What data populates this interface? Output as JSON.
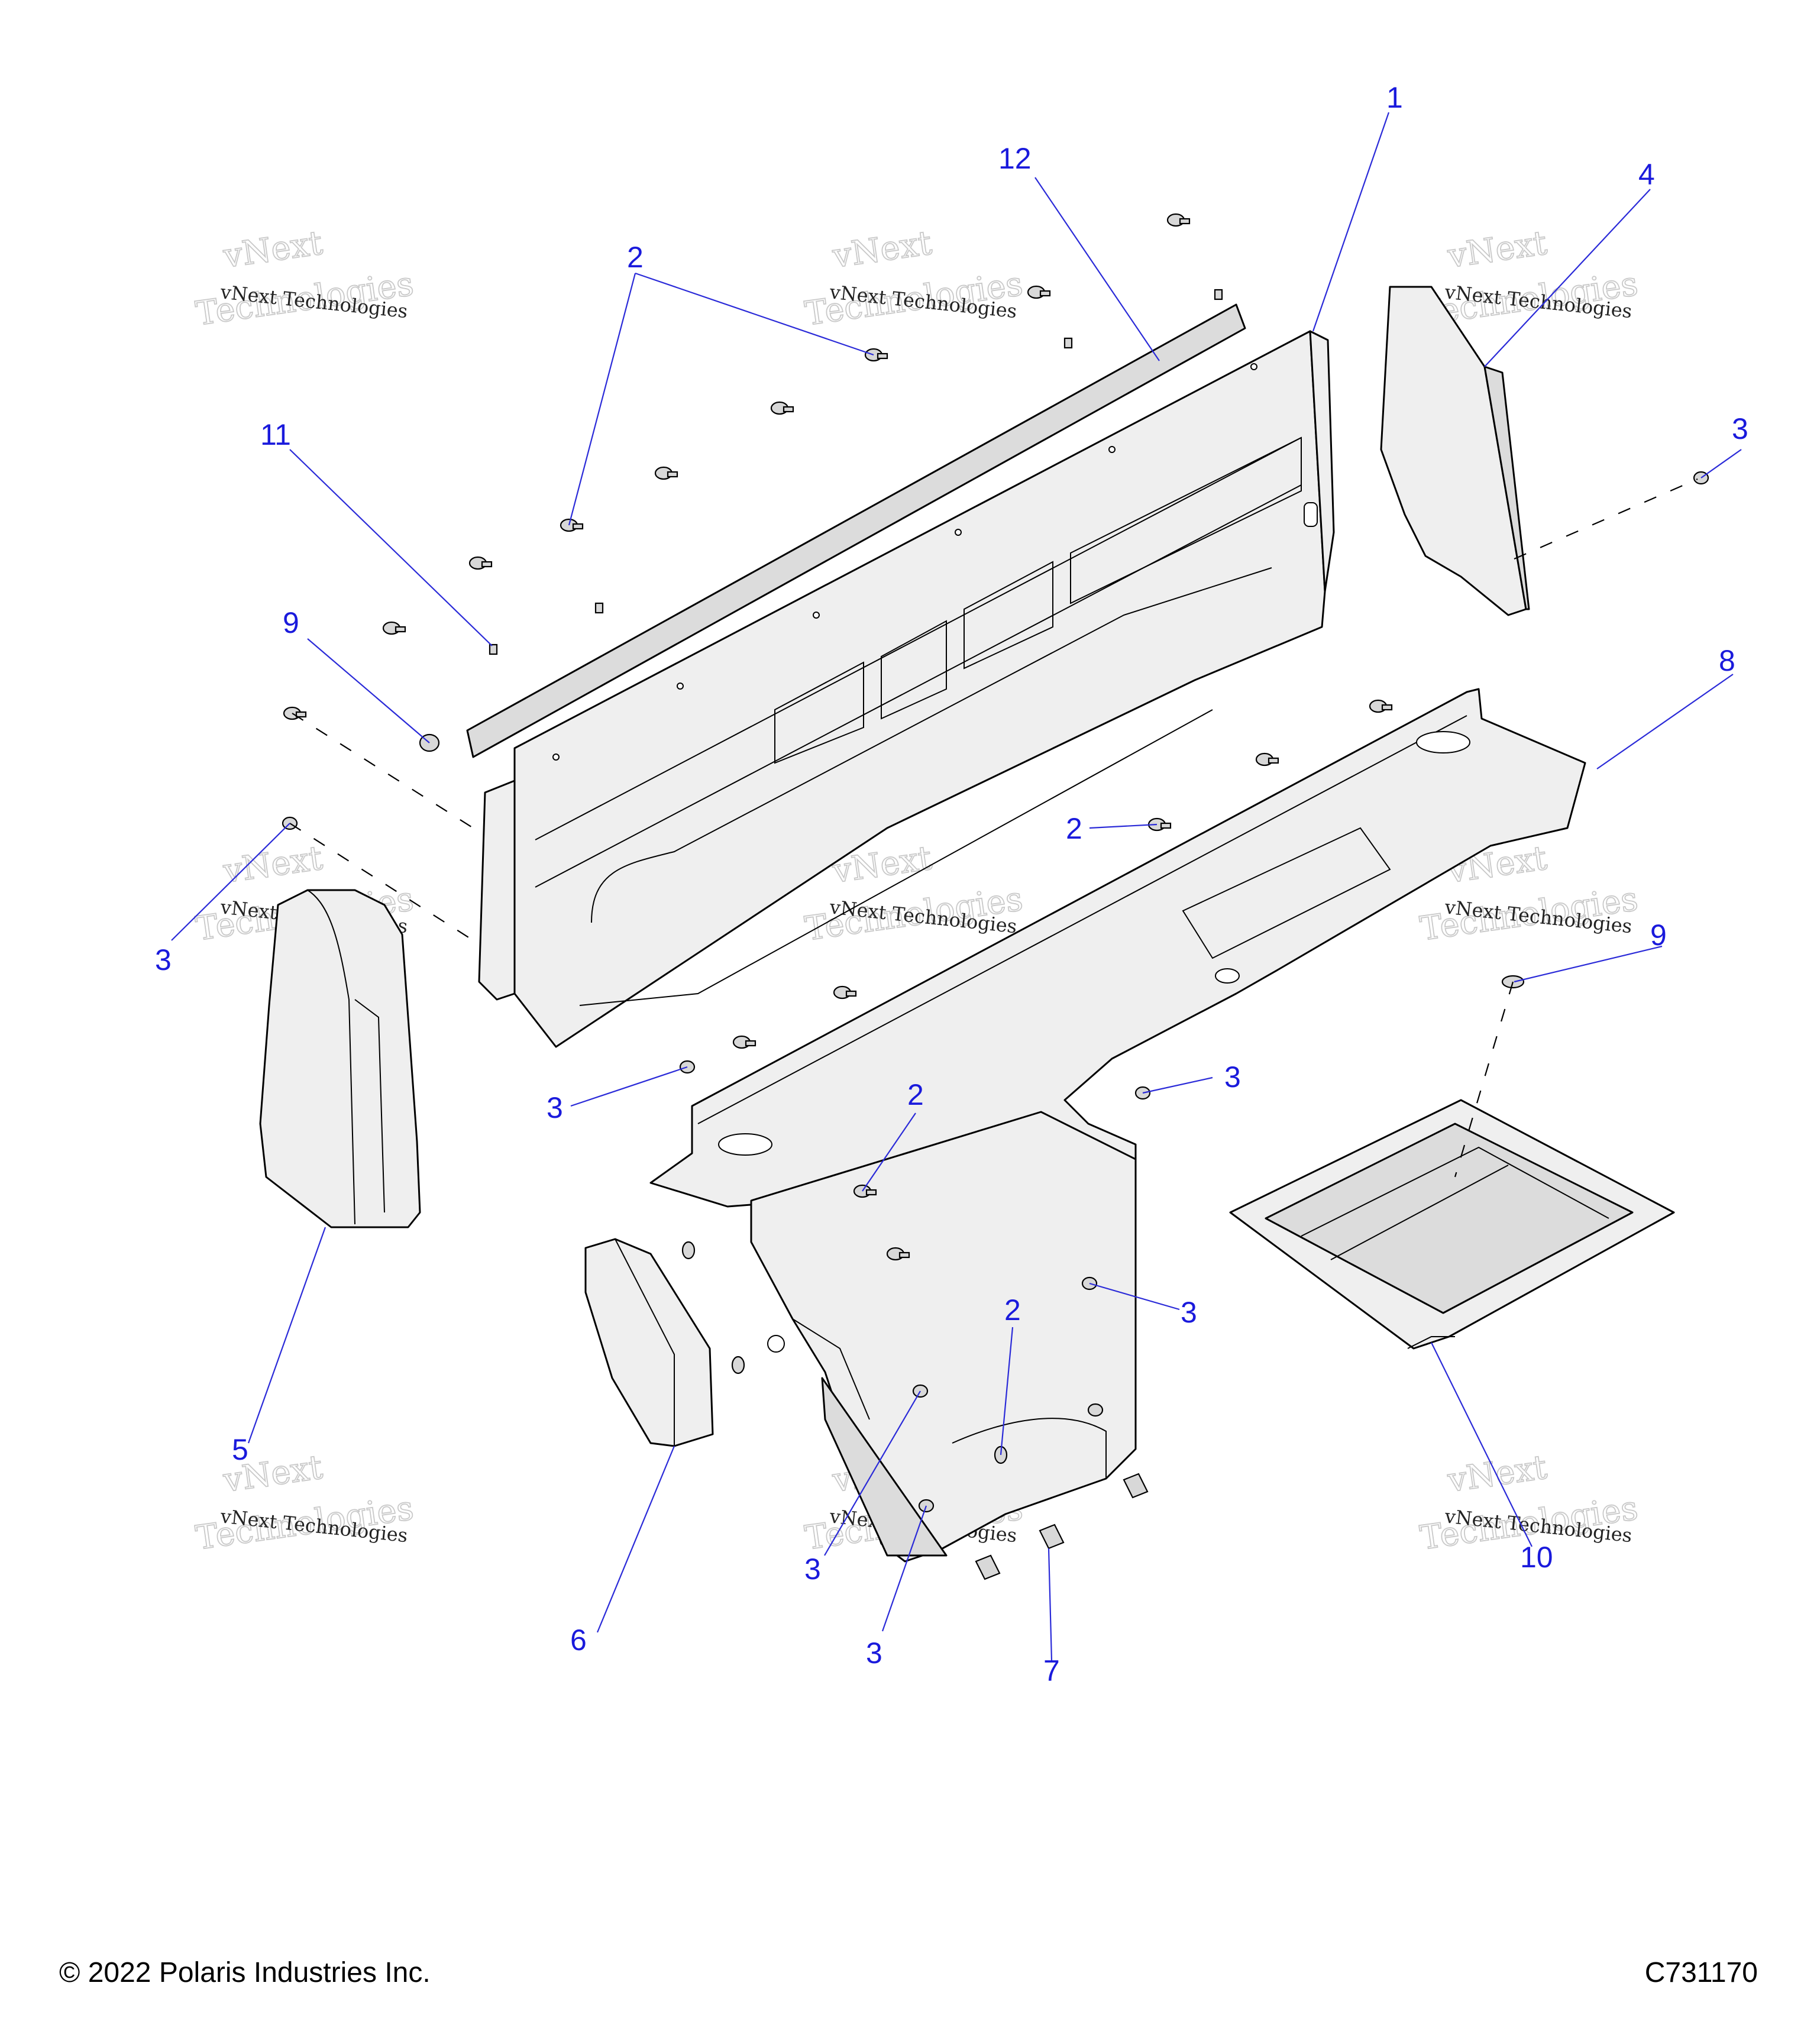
{
  "watermark": {
    "small_text": "vNext Technologies",
    "big_line1": "vNext",
    "big_line2": "Technologies"
  },
  "callouts": [
    {
      "id": "c1",
      "label": "1"
    },
    {
      "id": "c12",
      "label": "12"
    },
    {
      "id": "c4",
      "label": "4"
    },
    {
      "id": "c2a",
      "label": "2"
    },
    {
      "id": "c11",
      "label": "11"
    },
    {
      "id": "c3a",
      "label": "3"
    },
    {
      "id": "c9a",
      "label": "9"
    },
    {
      "id": "c8",
      "label": "8"
    },
    {
      "id": "c2b",
      "label": "2"
    },
    {
      "id": "c3b",
      "label": "3"
    },
    {
      "id": "c9b",
      "label": "9"
    },
    {
      "id": "c3c",
      "label": "3"
    },
    {
      "id": "c2c",
      "label": "2"
    },
    {
      "id": "c3d",
      "label": "3"
    },
    {
      "id": "c2d",
      "label": "2"
    },
    {
      "id": "c3e",
      "label": "3"
    },
    {
      "id": "c5",
      "label": "5"
    },
    {
      "id": "c10",
      "label": "10"
    },
    {
      "id": "c3f",
      "label": "3"
    },
    {
      "id": "c6",
      "label": "6"
    },
    {
      "id": "c3g",
      "label": "3"
    },
    {
      "id": "c7",
      "label": "7"
    }
  ],
  "footer": {
    "copyright": "© 2022 Polaris Industries Inc.",
    "drawing_id": "C731170"
  }
}
